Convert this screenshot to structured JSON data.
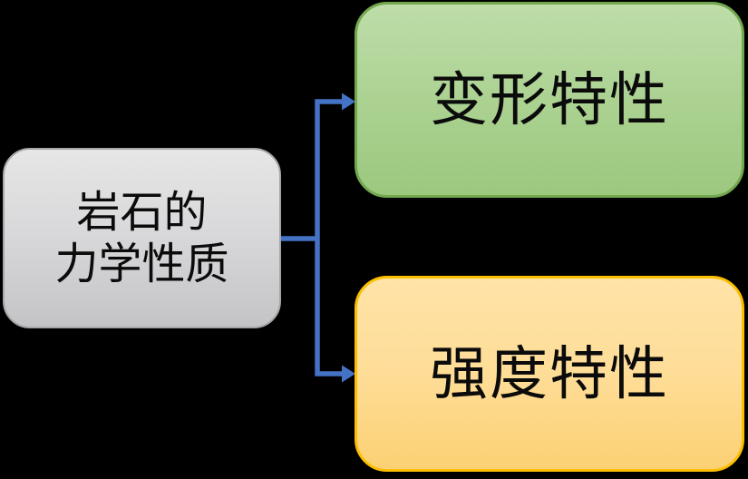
{
  "diagram": {
    "background_color": "#000000",
    "connector_color": "#4472c4",
    "root_node": {
      "label_line1": "岩石的",
      "label_line2": "力学性质",
      "fill_top": "#e6e6e6",
      "fill_bottom": "#c4c4c7",
      "border_color": "#a6a6a6",
      "text_color": "#0b0b0b"
    },
    "branches": [
      {
        "id": "deformation",
        "label": "变形特性",
        "fill_top": "#bedda9",
        "fill_bottom": "#9cc87e",
        "border_color": "#73a74f",
        "text_color": "#0b0b0b"
      },
      {
        "id": "strength",
        "label": "强度特性",
        "fill_top": "#ffe3a8",
        "fill_bottom": "#fcd174",
        "border_color": "#fcbf00",
        "text_color": "#0b0b0b"
      }
    ]
  }
}
